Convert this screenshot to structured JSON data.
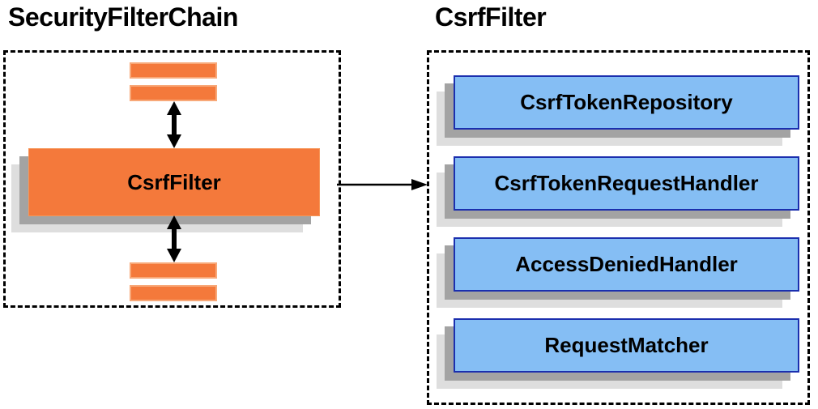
{
  "colors": {
    "orange": "#F4793B",
    "orange_border": "#F8A878",
    "blue_fill": "#85BEF4",
    "blue_border": "#1B2FAE",
    "shadow_dark": "#A3A3A3",
    "shadow_light": "#DEDEDE",
    "arrow": "#000000",
    "dashed_border": "#000000"
  },
  "icons": {
    "bidirectional_arrow": "↕",
    "flow_arrow": "→"
  },
  "left_panel": {
    "title": "SecurityFilterChain",
    "filter_label": "CsrfFilter"
  },
  "right_panel": {
    "title": "CsrfFilter",
    "components": [
      "CsrfTokenRepository",
      "CsrfTokenRequestHandler",
      "AccessDeniedHandler",
      "RequestMatcher"
    ]
  }
}
